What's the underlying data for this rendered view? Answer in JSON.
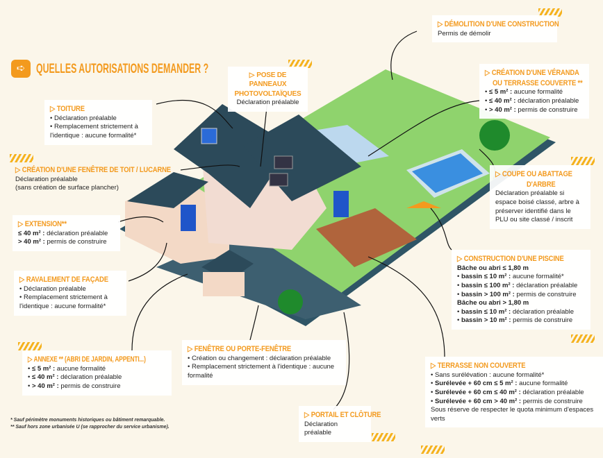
{
  "title": "QUELLES AUTORISATIONS DEMANDER ?",
  "colors": {
    "accent": "#f39a1e",
    "background": "#fbf6ea",
    "grass": "#8fd36d",
    "roof": "#2c4a5a"
  },
  "cards": {
    "panneaux": {
      "title": "POSE DE PANNEAUX PHOTOVOLTAÏQUES",
      "lines": [
        "Déclaration préalable"
      ]
    },
    "toiture": {
      "title": "TOITURE",
      "items": [
        "Déclaration préalable",
        "Remplacement strictement à l'identique : aucune formalité*"
      ]
    },
    "demolition": {
      "title": "DÉMOLITION D'UNE CONSTRUCTION",
      "lines": [
        "Permis de démolir"
      ]
    },
    "veranda": {
      "title1": "CRÉATION D'UNE VÉRANDA",
      "title2": "OU TERRASSE COUVERTE **",
      "items": [
        {
          "k": "≤ 5 m² :",
          "v": " aucune formalité"
        },
        {
          "k": "≤ 40 m² :",
          "v": " déclaration préalable"
        },
        {
          "k": "> 40 m² :",
          "v": " permis de construire"
        }
      ]
    },
    "fenetre_toit": {
      "title": "CRÉATION D'UNE FENÊTRE DE TOIT / LUCARNE",
      "lines": [
        "Déclaration préalable",
        "(sans création de surface plancher)"
      ]
    },
    "arbre": {
      "title1": "COUPE OU ABATTAGE",
      "title2": "D'ARBRE",
      "lines": [
        "Déclaration préalable si espace boisé classé, arbre à préserver identifié dans le PLU ou site classé / inscrit"
      ]
    },
    "extension": {
      "title": "EXTENSION**",
      "items": [
        {
          "k": "≤ 40 m² :",
          "v": " déclaration préalable"
        },
        {
          "k": "> 40 m² :",
          "v": " permis de construire"
        }
      ]
    },
    "ravalement": {
      "title": "RAVALEMENT DE FAÇADE",
      "items": [
        "Déclaration préalable",
        "Remplacement strictement à l'identique : aucune formalité*"
      ]
    },
    "piscine": {
      "title": "CONSTRUCTION D'UNE PISCINE",
      "sub1": "Bâche ou abri ≤ 1,80 m",
      "items1": [
        {
          "k": "bassin ≤ 10 m² :",
          "v": " aucune formalité*"
        },
        {
          "k": "bassin ≤ 100 m² :",
          "v": " déclaration préalable"
        },
        {
          "k": "bassin > 100 m² :",
          "v": " permis de construire"
        }
      ],
      "sub2": "Bâche ou abri > 1,80 m",
      "items2": [
        {
          "k": "bassin ≤ 10 m² :",
          "v": " déclaration préalable"
        },
        {
          "k": "bassin > 10 m² :",
          "v": " permis de construire"
        }
      ]
    },
    "annexe": {
      "title": "ANNEXE ** (ABRI DE JARDIN, APPENTI...)",
      "items": [
        {
          "k": "≤ 5 m² :",
          "v": " aucune formalité"
        },
        {
          "k": "≤ 40 m² :",
          "v": " déclaration préalable"
        },
        {
          "k": "> 40 m² :",
          "v": " permis de construire"
        }
      ]
    },
    "fenetre": {
      "title": "FENÊTRE OU PORTE-FENÊTRE",
      "items": [
        "Création ou changement : déclaration préalable",
        "Remplacement strictement à l'identique : aucune formalité"
      ]
    },
    "terrasse": {
      "title": "TERRASSE NON COUVERTE",
      "items": [
        {
          "k": "",
          "v": "Sans surélévation : aucune formalité*"
        },
        {
          "k": "Surélevée + 60 cm ≤ 5 m² :",
          "v": " aucune formalité"
        },
        {
          "k": "Surélevée + 60 cm ≤ 40 m² :",
          "v": " déclaration préalable"
        },
        {
          "k": "Surélevée + 60 cm > 40 m² :",
          "v": " permis de construire"
        }
      ],
      "note": "Sous réserve de respecter le quota minimum d'espaces verts"
    },
    "portail": {
      "title": "PORTAIL ET CLÔTURE",
      "lines": [
        "Déclaration préalable"
      ]
    }
  },
  "footnotes": [
    "* Sauf périmètre monuments historiques ou bâtiment remarquable.",
    "** Sauf hors zone urbanisée U (se rapprocher du service urbanisme)."
  ]
}
